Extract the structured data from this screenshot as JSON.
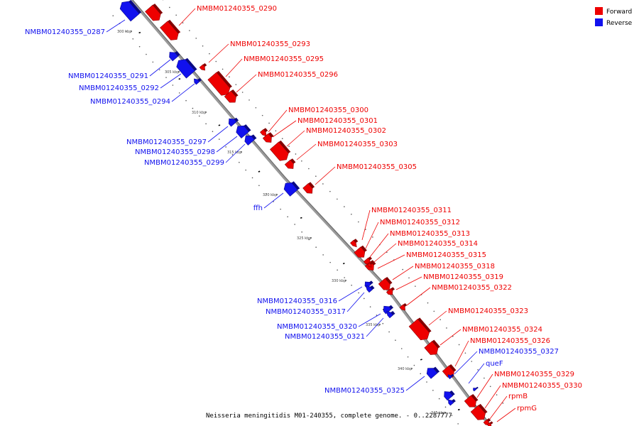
{
  "colors": {
    "forward": "#ee0000",
    "reverse": "#1111ee",
    "backbone": "#999999"
  },
  "legend": {
    "forward": "Forward",
    "reverse": "Reverse"
  },
  "caption": "Neisseria meningitidis M01-240355, complete genome. - 0..2287777",
  "ticks": [
    "300 kbp",
    "305 kbp",
    "310 kbp",
    "315 kbp",
    "320 kbp",
    "325 kbp",
    "330 kbp",
    "335 kbp",
    "340 kbp",
    "345 kbp"
  ],
  "genes": {
    "g0287": {
      "label": "NMBM01240355_0287",
      "strand": "reverse"
    },
    "g0290": {
      "label": "NMBM01240355_0290",
      "strand": "forward"
    },
    "g0291": {
      "label": "NMBM01240355_0291",
      "strand": "reverse"
    },
    "g0292": {
      "label": "NMBM01240355_0292",
      "strand": "reverse"
    },
    "g0293": {
      "label": "NMBM01240355_0293",
      "strand": "forward"
    },
    "g0294": {
      "label": "NMBM01240355_0294",
      "strand": "reverse"
    },
    "g0295": {
      "label": "NMBM01240355_0295",
      "strand": "forward"
    },
    "g0296": {
      "label": "NMBM01240355_0296",
      "strand": "forward"
    },
    "g0297": {
      "label": "NMBM01240355_0297",
      "strand": "reverse"
    },
    "g0298": {
      "label": "NMBM01240355_0298",
      "strand": "reverse"
    },
    "g0299": {
      "label": "NMBM01240355_0299",
      "strand": "reverse"
    },
    "g0300": {
      "label": "NMBM01240355_0300",
      "strand": "forward"
    },
    "g0301": {
      "label": "NMBM01240355_0301",
      "strand": "forward"
    },
    "g0302": {
      "label": "NMBM01240355_0302",
      "strand": "forward"
    },
    "g0303": {
      "label": "NMBM01240355_0303",
      "strand": "forward"
    },
    "g0305": {
      "label": "NMBM01240355_0305",
      "strand": "forward"
    },
    "gffh": {
      "label": "ffh",
      "strand": "reverse"
    },
    "g0311": {
      "label": "NMBM01240355_0311",
      "strand": "forward"
    },
    "g0312": {
      "label": "NMBM01240355_0312",
      "strand": "forward"
    },
    "g0313": {
      "label": "NMBM01240355_0313",
      "strand": "forward"
    },
    "g0314": {
      "label": "NMBM01240355_0314",
      "strand": "forward"
    },
    "g0315": {
      "label": "NMBM01240355_0315",
      "strand": "forward"
    },
    "g0318": {
      "label": "NMBM01240355_0318",
      "strand": "forward"
    },
    "g0319": {
      "label": "NMBM01240355_0319",
      "strand": "forward"
    },
    "g0322": {
      "label": "NMBM01240355_0322",
      "strand": "forward"
    },
    "g0316": {
      "label": "NMBM01240355_0316",
      "strand": "reverse"
    },
    "g0317": {
      "label": "NMBM01240355_0317",
      "strand": "reverse"
    },
    "g0320": {
      "label": "NMBM01240355_0320",
      "strand": "reverse"
    },
    "g0321": {
      "label": "NMBM01240355_0321",
      "strand": "reverse"
    },
    "g0323": {
      "label": "NMBM01240355_0323",
      "strand": "forward"
    },
    "g0324": {
      "label": "NMBM01240355_0324",
      "strand": "forward"
    },
    "g0326": {
      "label": "NMBM01240355_0326",
      "strand": "forward"
    },
    "g0327": {
      "label": "NMBM01240355_0327",
      "strand": "reverse"
    },
    "gqueF": {
      "label": "queF",
      "strand": "reverse"
    },
    "g0325": {
      "label": "NMBM01240355_0325",
      "strand": "reverse"
    },
    "g0329": {
      "label": "NMBM01240355_0329",
      "strand": "forward"
    },
    "g0330": {
      "label": "NMBM01240355_0330",
      "strand": "forward"
    },
    "grpmB": {
      "label": "rpmB",
      "strand": "forward"
    },
    "grpmG": {
      "label": "rpmG",
      "strand": "forward"
    }
  }
}
